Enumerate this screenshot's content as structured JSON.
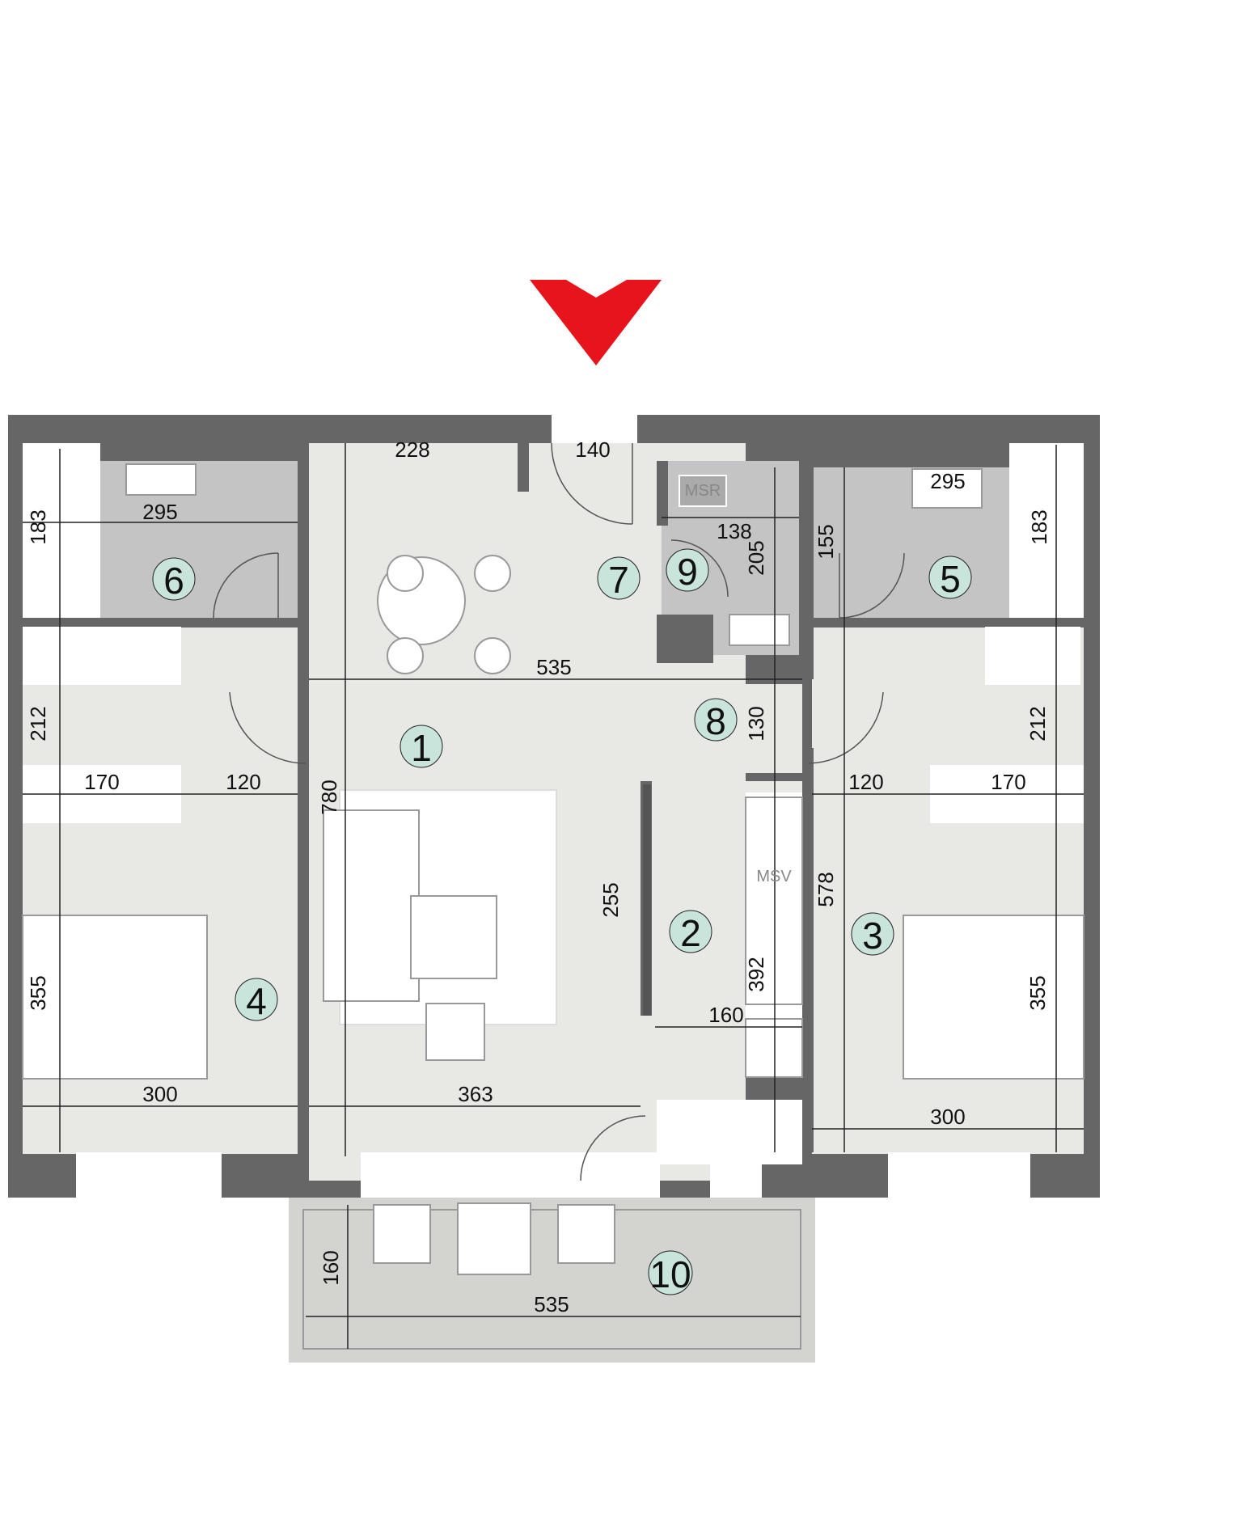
{
  "colors": {
    "wall": "#666666",
    "floor": "#e8e8e4",
    "bath_floor": "#c4c4c4",
    "balcony": "#d3d3d0",
    "marker": "#c9e4db",
    "entrance_arrow": "#e8141b"
  },
  "entrance_arrow_icon": "red-triangle-entrance-icon",
  "rooms": [
    {
      "number": "1"
    },
    {
      "number": "2"
    },
    {
      "number": "3"
    },
    {
      "number": "4"
    },
    {
      "number": "5"
    },
    {
      "number": "6"
    },
    {
      "number": "7"
    },
    {
      "number": "8"
    },
    {
      "number": "9"
    },
    {
      "number": "10"
    }
  ],
  "labels": {
    "msr": "MSR",
    "msv": "MSV"
  },
  "dimensions": {
    "d228": "228",
    "d140": "140",
    "d295_left": "295",
    "d183_left": "183",
    "d138": "138",
    "d205": "205",
    "d155": "155",
    "d295_right": "295",
    "d183_right": "183",
    "d535_hall": "535",
    "d212_left": "212",
    "d130": "130",
    "d212_right": "212",
    "d170_left": "170",
    "d120_left": "120",
    "d780": "780",
    "d120_right": "120",
    "d170_right": "170",
    "d255": "255",
    "d578": "578",
    "d392": "392",
    "d355_left": "355",
    "d355_right": "355",
    "d160_kitchen": "160",
    "d300_left": "300",
    "d363": "363",
    "d300_right": "300",
    "d160_balcony": "160",
    "d535_balcony": "535"
  }
}
